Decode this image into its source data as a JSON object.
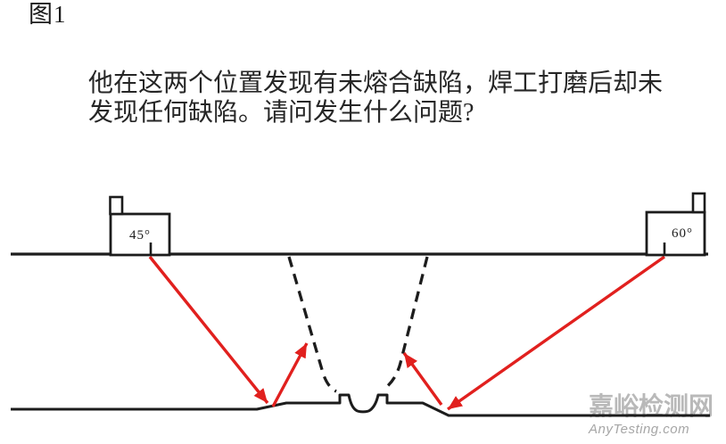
{
  "figure_label": "图1",
  "question": {
    "line1": "他在这两个位置发现有未熔合缺陷，焊工打磨后却未",
    "line2": "发现任何缺陷。请问发生什么问题?"
  },
  "diagram": {
    "left_probe": {
      "label": "45°"
    },
    "right_probe": {
      "label": "60°"
    }
  },
  "watermark": {
    "cn": "嘉峪检测网",
    "en": "AnyTesting.com"
  },
  "colors": {
    "ink": "#1c1c1c",
    "beam": "#e1201e",
    "text": "#262626",
    "watermark_cn": "#b9b9b9",
    "watermark_en": "#a6a6a6",
    "background": "#ffffff"
  }
}
